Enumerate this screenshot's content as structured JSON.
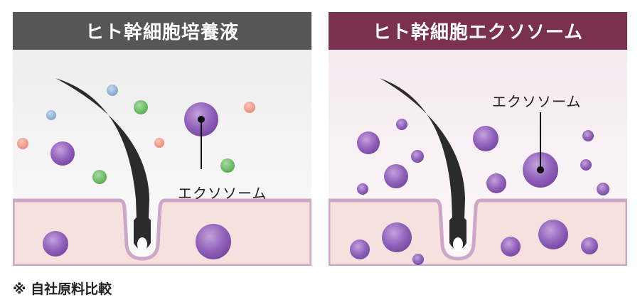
{
  "panels": [
    {
      "title": "ヒト幹細胞培養液",
      "header_color": "#575656",
      "callout_label": "エクソソーム"
    },
    {
      "title": "ヒト幹細胞エクソソーム",
      "header_color": "#7a3150",
      "callout_label": "エクソソーム"
    }
  ],
  "footnote": "※ 自社原料比較",
  "colors": {
    "exosome_purple": "#8a5ab0",
    "skin_pink": "#f6e1df",
    "hair": "#2b2b2b",
    "dot_green": "#6fb964",
    "dot_blue": "#8fb2d8",
    "dot_red": "#f19a8a"
  }
}
